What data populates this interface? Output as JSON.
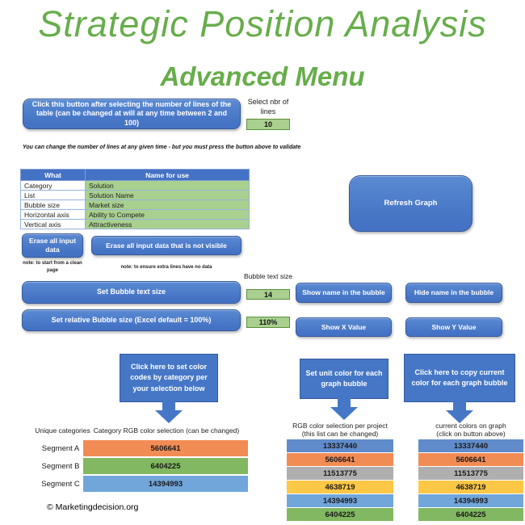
{
  "page": {
    "title": "Strategic Position Analysis",
    "subtitle": "Advanced Menu",
    "copyright": "© Marketingdecision.org"
  },
  "colors": {
    "button_blue": "#4472C4",
    "title_green": "#67AD4B",
    "input_cell_green": "#A9D08E"
  },
  "top_section": {
    "lines_button": "Click this button after selecting the number of lines of the table (can be changed at will at any time between 2 and 100)",
    "select_label": "Select nbr of lines",
    "select_value": "10",
    "note": "You can change the number of lines at any given time - but you must press the button above to validate"
  },
  "mapping_table": {
    "headers": [
      "What",
      "Name for use"
    ],
    "rows": [
      {
        "what": "Category",
        "name": "Solution"
      },
      {
        "what": "List",
        "name": "Solution Name"
      },
      {
        "what": "Bubble size",
        "name": "Market size"
      },
      {
        "what": "Horizontal axis",
        "name": "Ability to Compete"
      },
      {
        "what": "Vertical axis",
        "name": "Attractiveness"
      }
    ]
  },
  "refresh_button": "Refresh Graph",
  "erase": {
    "erase_all_button": "Erase all input data",
    "erase_all_note": "note: to start from a clean page",
    "erase_invisible_button": "Erase all input data that is not visible",
    "erase_invisible_note": "note: to ensure extra lines have no data"
  },
  "bubble": {
    "set_text_size_button": "Set Bubble text size",
    "text_size_label": "Bubble text size",
    "text_size_value": "14",
    "set_relative_size_button": "Set relative Bubble size (Excel default = 100%)",
    "relative_size_value": "110%",
    "show_name_button": "Show name in the bubble",
    "hide_name_button": "Hide name in the bubble",
    "show_x_button": "Show X Value",
    "show_y_button": "Show Y Value"
  },
  "callouts": {
    "category_colors": "Click here to set color codes by category per your selection below",
    "unit_colors": "Set unit color for each graph bubble",
    "copy_colors": "Click here to copy current color for each graph bubble"
  },
  "category_table": {
    "col1_header": "Unique categories",
    "col2_header": "Category RGB color selection (can be changed)",
    "rows": [
      {
        "label": "Segment A",
        "value": "5606641",
        "color": "#F18C55"
      },
      {
        "label": "Segment B",
        "value": "6404225",
        "color": "#81B861"
      },
      {
        "label": "Segment C",
        "value": "14394993",
        "color": "#71A6DB"
      }
    ]
  },
  "project_colors": {
    "header_line1": "RGB color selection per project",
    "header_line2": "(this list can be changed)",
    "rows": [
      {
        "value": "13337440",
        "color": "#608CCB"
      },
      {
        "value": "5606641",
        "color": "#F18C55"
      },
      {
        "value": "11513775",
        "color": "#AFAFAF"
      },
      {
        "value": "4638719",
        "color": "#FFC746"
      },
      {
        "value": "14394993",
        "color": "#71A6DB"
      },
      {
        "value": "6404225",
        "color": "#81B861"
      }
    ]
  },
  "current_colors": {
    "header_line1": "current colors on graph",
    "header_line2": "(click on button above)",
    "rows": [
      {
        "value": "13337440",
        "color": "#608CCB"
      },
      {
        "value": "5606641",
        "color": "#F18C55"
      },
      {
        "value": "11513775",
        "color": "#AFAFAF"
      },
      {
        "value": "4638719",
        "color": "#FFC746"
      },
      {
        "value": "14394993",
        "color": "#71A6DB"
      },
      {
        "value": "6404225",
        "color": "#81B861"
      }
    ]
  }
}
